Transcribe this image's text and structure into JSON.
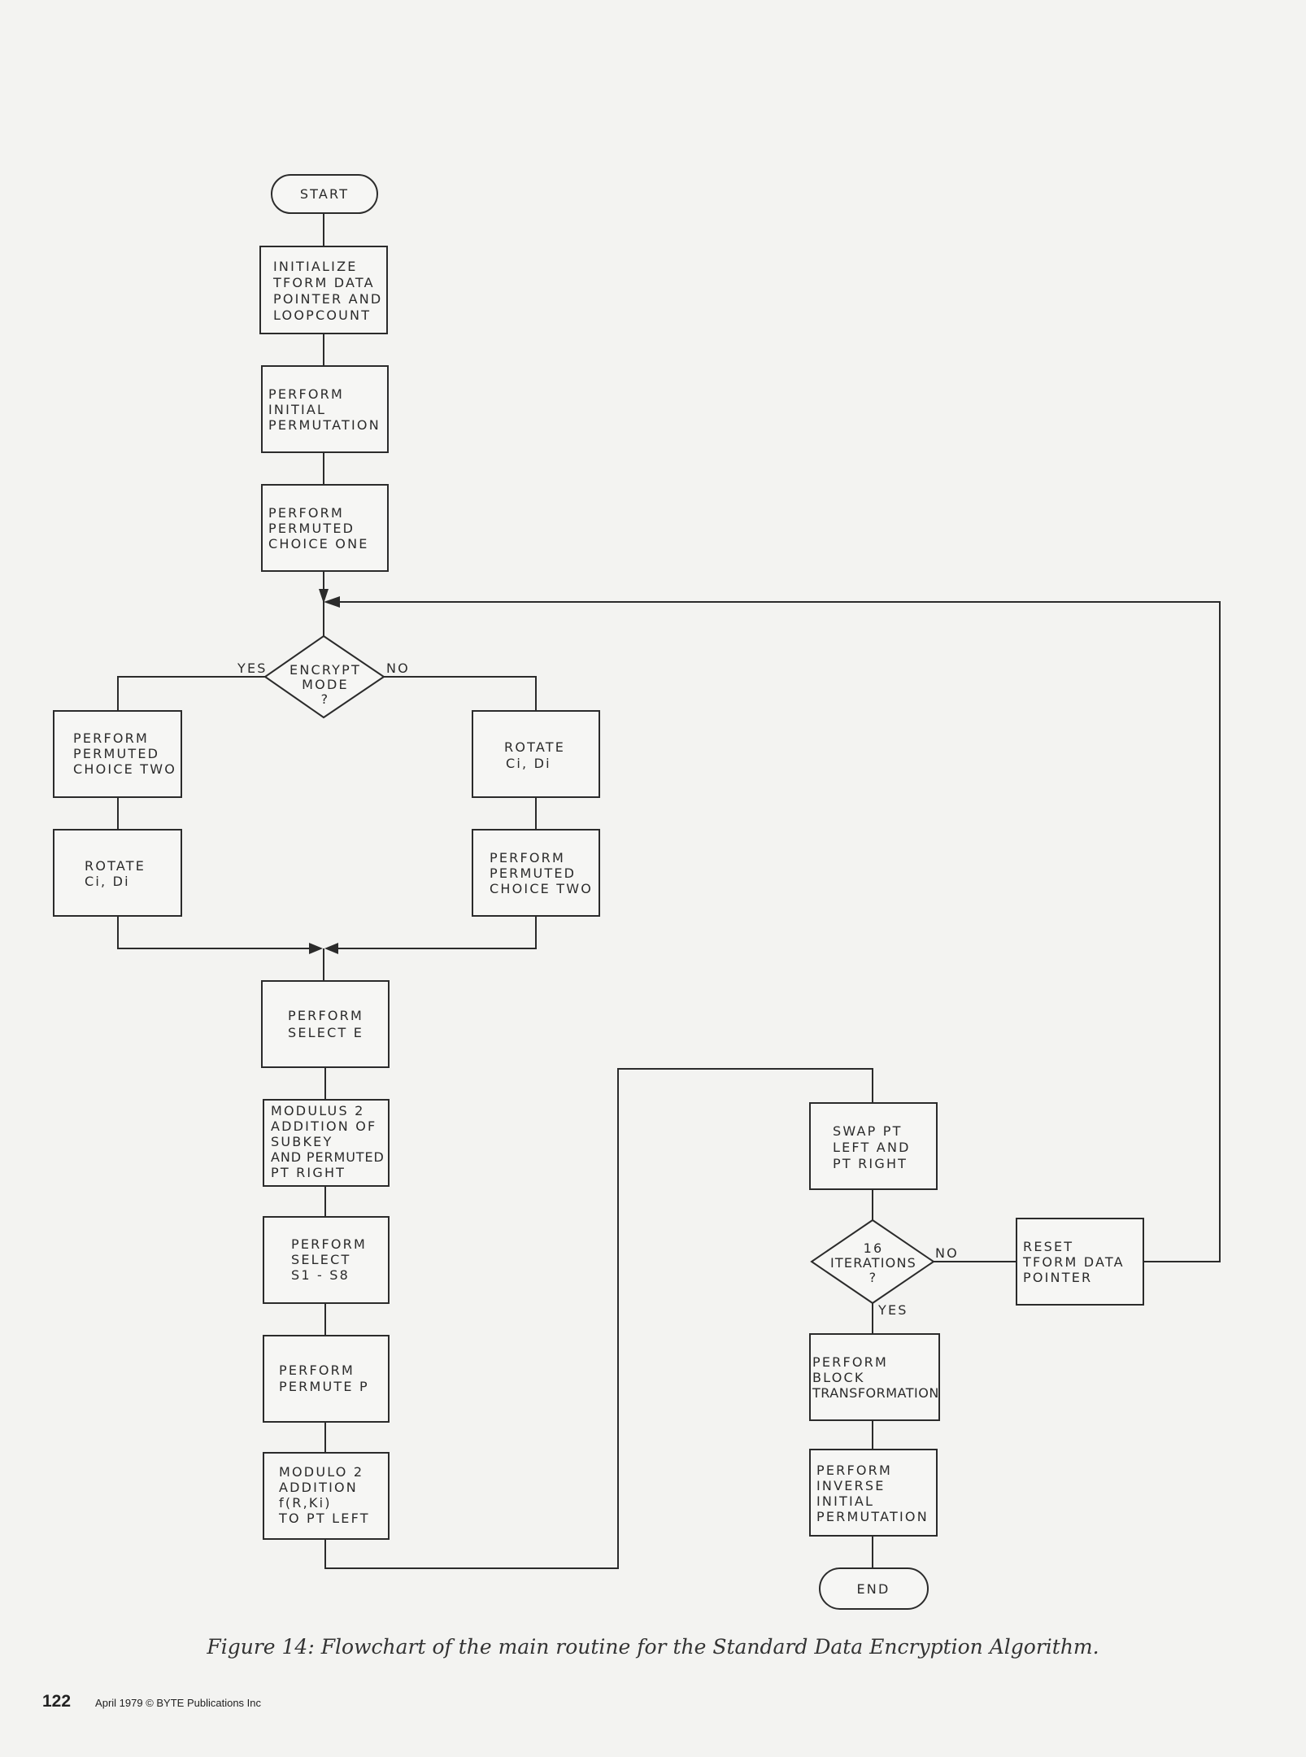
{
  "flowchart": {
    "start": "START",
    "init": [
      "INITIALIZE",
      "TFORM DATA",
      "POINTER AND",
      "LOOPCOUNT"
    ],
    "initial_permutation": [
      "PERFORM",
      "INITIAL",
      "PERMUTATION"
    ],
    "pc1": [
      "PERFORM",
      "PERMUTED",
      "CHOICE ONE"
    ],
    "encrypt_decision": [
      "ENCRYPT",
      "MODE",
      "?"
    ],
    "yes_label": "YES",
    "no_label": "NO",
    "left_pc2": [
      "PERFORM",
      "PERMUTED",
      "CHOICE TWO"
    ],
    "left_rotate": [
      "ROTATE",
      "Ci, Di"
    ],
    "right_rotate": [
      "ROTATE",
      "Ci, Di"
    ],
    "right_pc2": [
      "PERFORM",
      "PERMUTED",
      "CHOICE TWO"
    ],
    "select_e": [
      "PERFORM",
      "SELECT E"
    ],
    "mod2_subkey": [
      "MODULUS 2",
      "ADDITION OF",
      "SUBKEY",
      "AND PERMUTED",
      "PT RIGHT"
    ],
    "select_s": [
      "PERFORM",
      "SELECT",
      "S1 - S8"
    ],
    "permute_p": [
      "PERFORM",
      "PERMUTE P"
    ],
    "mod2_f": [
      "MODULO 2",
      "ADDITION",
      "f(R,Ki)",
      "TO PT LEFT"
    ],
    "swap": [
      "SWAP PT",
      "LEFT AND",
      "PT RIGHT"
    ],
    "iter_decision": [
      "16",
      "ITERATIONS",
      "?"
    ],
    "iter_no_label": "NO",
    "iter_yes_label": "YES",
    "reset": [
      "RESET",
      "TFORM DATA",
      "POINTER"
    ],
    "block_transform": [
      "PERFORM",
      "BLOCK",
      "TRANSFORMATION"
    ],
    "inverse_ip": [
      "PERFORM",
      "INVERSE",
      "INITIAL",
      "PERMUTATION"
    ],
    "end": "END"
  },
  "caption": "Figure 14: Flowchart of the main routine for the Standard Data Encryption Algorithm.",
  "footer": {
    "page_number": "122",
    "publication": "April 1979 © BYTE Publications Inc"
  },
  "colors": {
    "ink": "#2b2b2b",
    "paper": "#f3f3f1"
  }
}
